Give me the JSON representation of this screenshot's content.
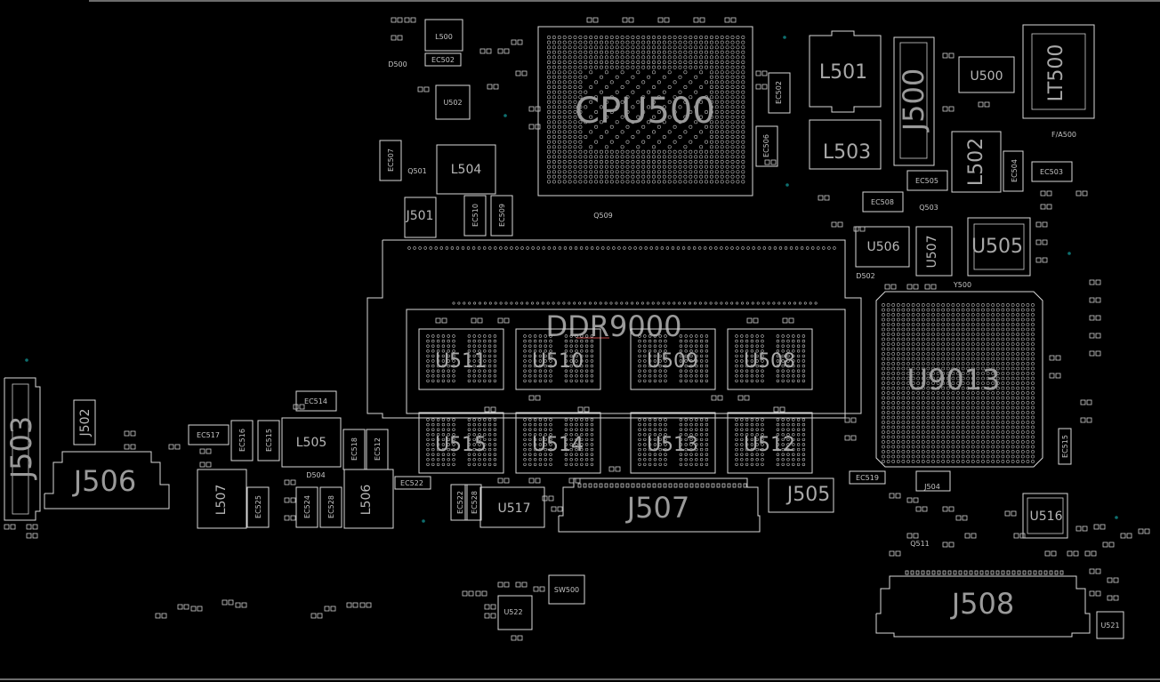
{
  "board": {
    "background": "#000000",
    "stroke_color": "#d8d8d8",
    "text_color": "#9a9a9a",
    "via_color": "#0e6f6f"
  },
  "components": {
    "cpu": "CPU500",
    "ddr": "DDR9000",
    "soc": "U9013",
    "j500": "J500",
    "j501": "J501",
    "j502": "J502",
    "j503": "J503",
    "j504": "J504",
    "j505": "J505",
    "j506": "J506",
    "j507": "J507",
    "j508": "J508",
    "l500": "L500",
    "l501": "L501",
    "l502": "L502",
    "l503": "L503",
    "l504": "L504",
    "l505": "L505",
    "l506": "L506",
    "l507": "L507",
    "lt500": "LT500",
    "u500": "U500",
    "u502": "U502",
    "u505": "U505",
    "u506": "U506",
    "u507": "U507",
    "u508": "U508",
    "u509": "U509",
    "u510": "U510",
    "u511": "U511",
    "u512": "U512",
    "u513": "U513",
    "u514": "U514",
    "u515": "U515",
    "u516": "U516",
    "u517": "U517",
    "u521": "U521",
    "u522": "U522",
    "sw500": "SW500",
    "ec502": "EC502",
    "ec503": "EC503",
    "ec504": "EC504",
    "ec505": "EC505",
    "ec506": "EC506",
    "ec507": "EC507",
    "ec508": "EC508",
    "ec509": "EC509",
    "ec510": "EC510",
    "ec512": "EC512",
    "ec514": "EC514",
    "ec515": "EC515",
    "ec516": "EC516",
    "ec517": "EC517",
    "ec518": "EC518",
    "ec519": "EC519",
    "ec522": "EC522",
    "ec524": "EC524",
    "ec525": "EC525",
    "ec528": "EC528",
    "d500": "D500",
    "d502": "D502",
    "d504": "D504",
    "q501": "Q501",
    "q503": "Q503",
    "q509": "Q509",
    "q511": "Q511",
    "y500": "Y500",
    "fa500": "F/A500"
  }
}
